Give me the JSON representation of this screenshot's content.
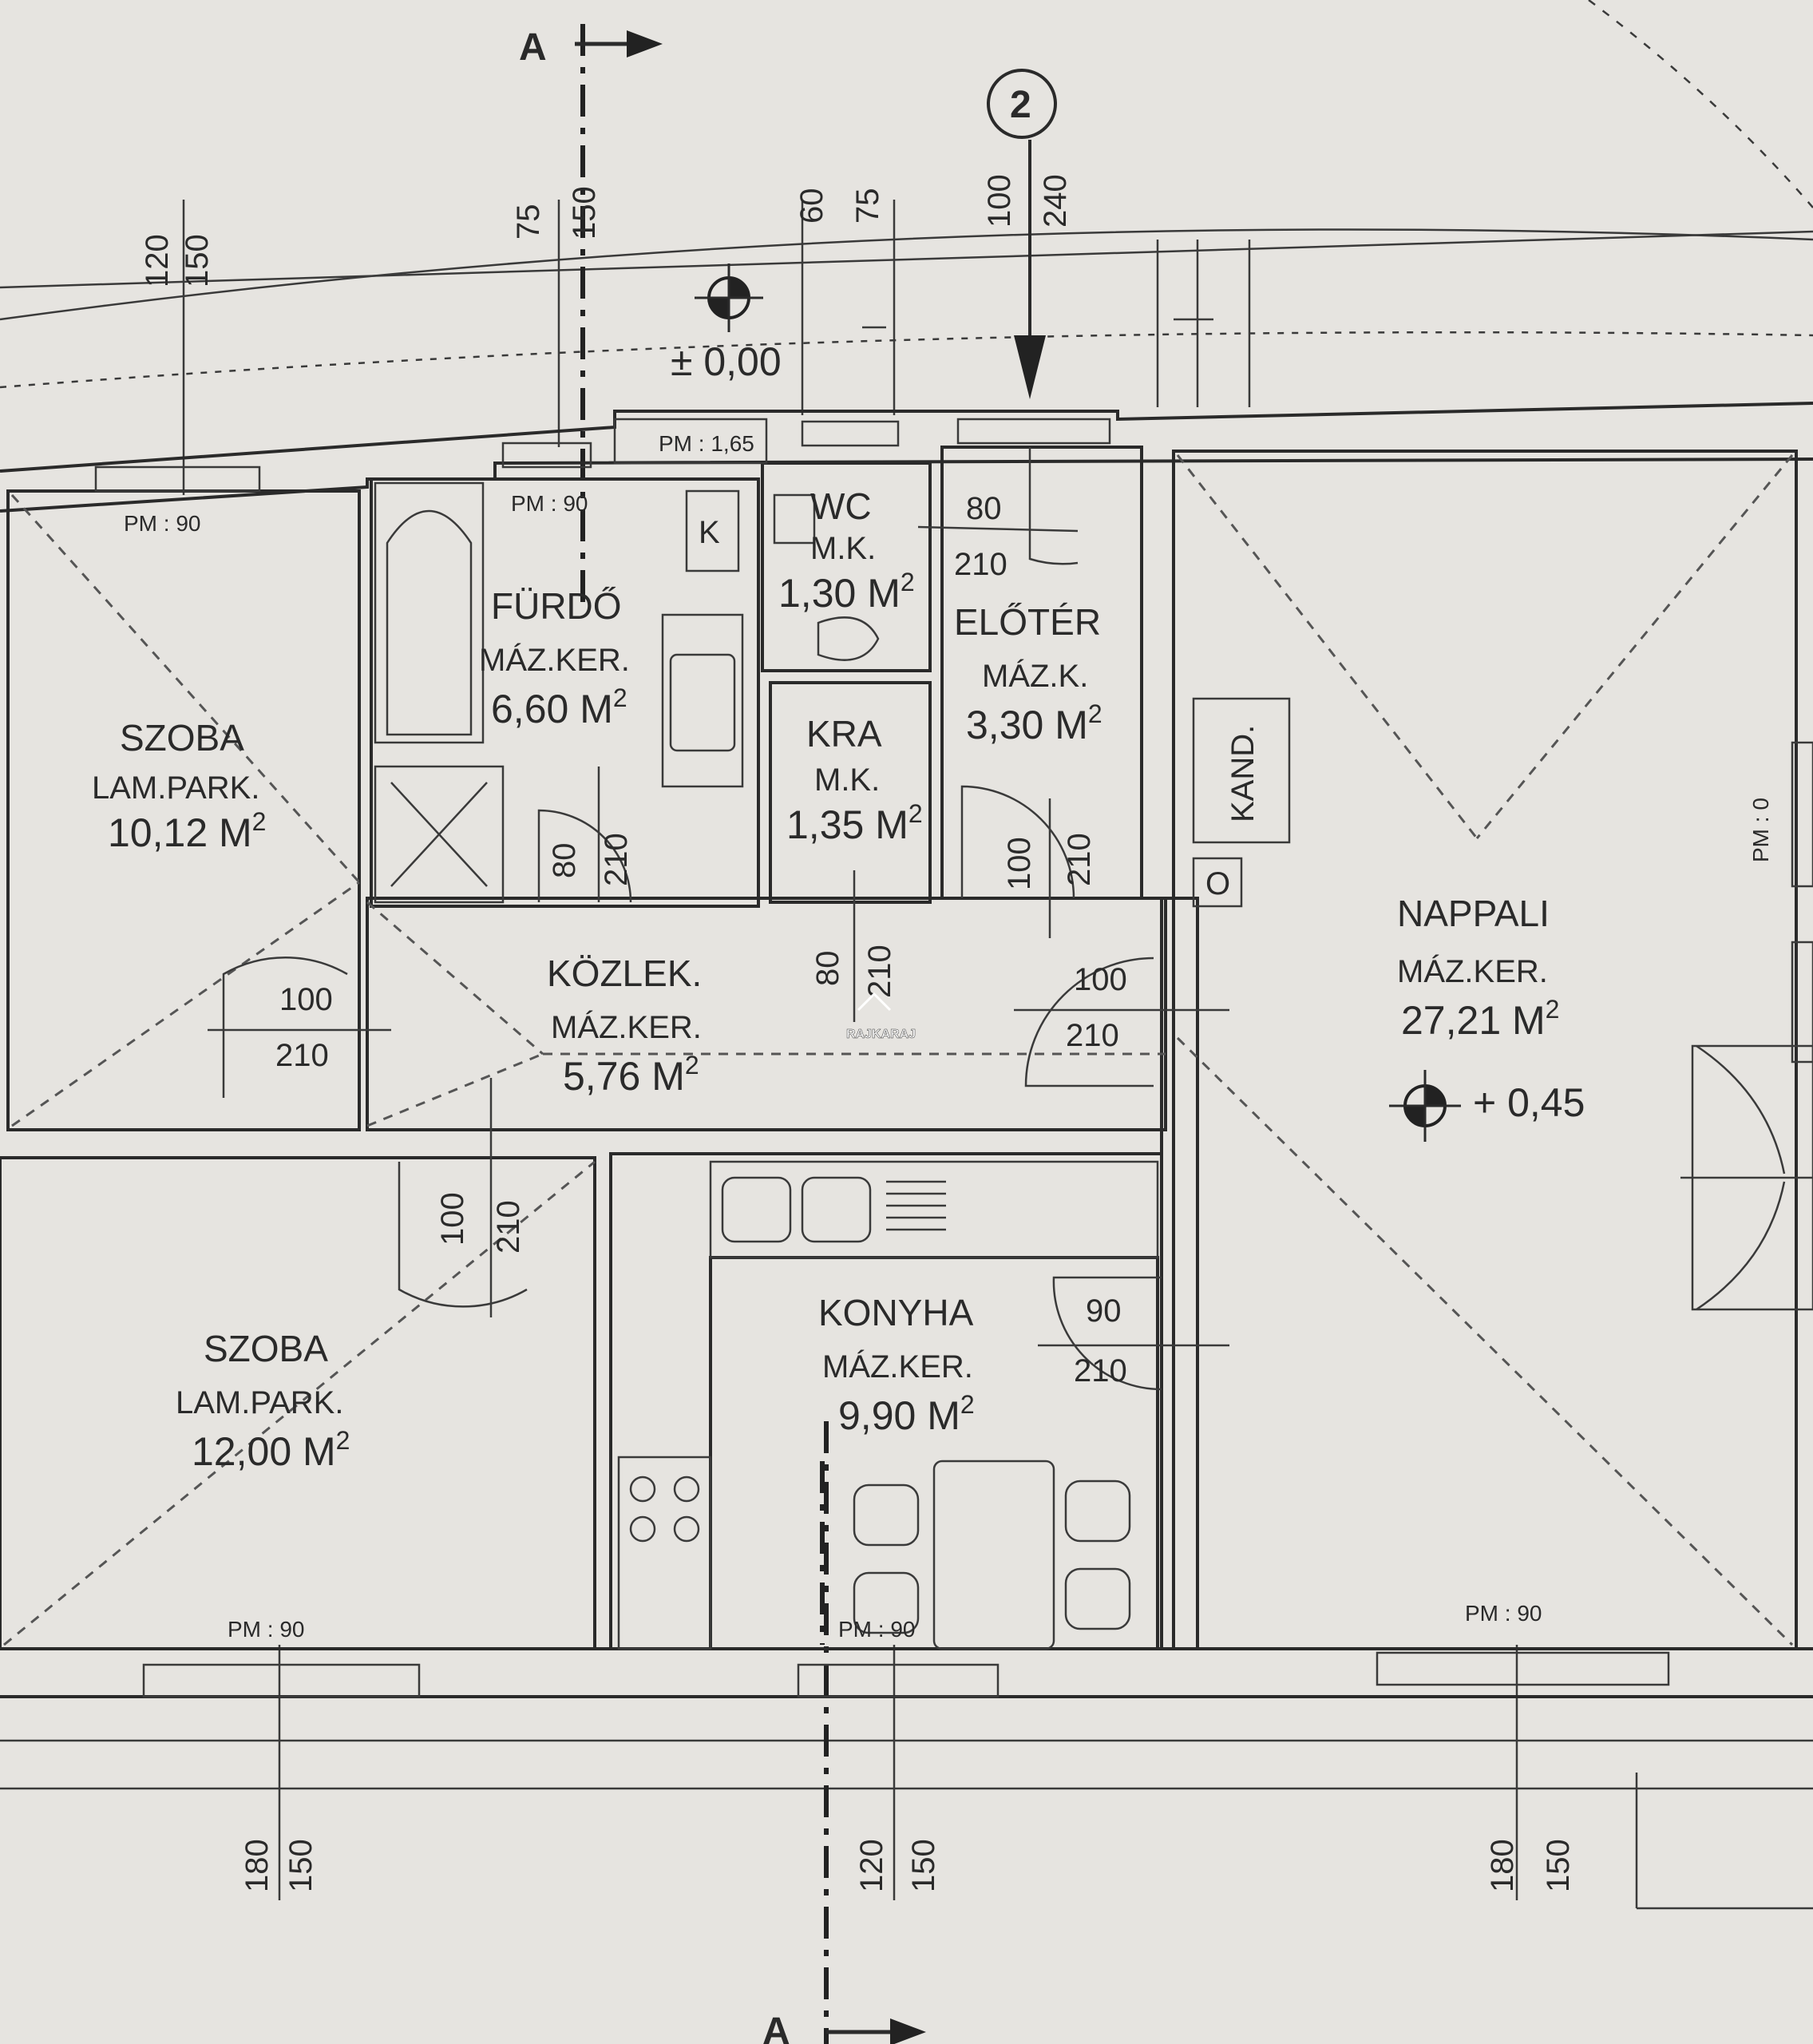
{
  "section_marks": {
    "top": "A",
    "bottom": "A"
  },
  "axis_marker": "2",
  "levels": {
    "outside": "± 0,00",
    "nappali": "+ 0,45"
  },
  "pm_labels": {
    "pm_165": "PM : 1,65",
    "pm_90_top_left": "PM : 90",
    "pm_90_furdo": "PM : 90",
    "pm_0_right": "PM : 0",
    "pm_90_bottom_left": "PM : 90",
    "pm_90_bottom_mid": "PM : 90",
    "pm_90_bottom_right": "PM : 90"
  },
  "rooms": {
    "szoba1": {
      "name": "SZOBA",
      "floor": "LAM.PARK.",
      "area": "10,12 M",
      "sup": "2"
    },
    "furdo": {
      "name": "FÜRDŐ",
      "floor": "MÁZ.KER.",
      "area": "6,60 M",
      "sup": "2"
    },
    "wc": {
      "name": "WC",
      "floor": "M.K.",
      "area": "1,30 M",
      "sup": "2"
    },
    "kra": {
      "name": "KRA",
      "floor": "M.K.",
      "area": "1,35 M",
      "sup": "2"
    },
    "eloter": {
      "name": "ELŐTÉR",
      "floor": "MÁZ.K.",
      "area": "3,30 M",
      "sup": "2"
    },
    "nappali": {
      "name": "NAPPALI",
      "floor": "MÁZ.KER.",
      "area": "27,21 M",
      "sup": "2"
    },
    "kozlek": {
      "name": "KÖZLEK.",
      "floor": "MÁZ.KER.",
      "area": "5,76 M",
      "sup": "2"
    },
    "szoba2": {
      "name": "SZOBA",
      "floor": "LAM.PARK.",
      "area": "12,00 M",
      "sup": "2"
    },
    "konyha": {
      "name": "KONYHA",
      "floor": "MÁZ.KER.",
      "area": "9,90 M",
      "sup": "2"
    }
  },
  "fixtures": {
    "k": "K",
    "kand": "KAND.",
    "o": "O"
  },
  "top_dims": {
    "d1a": "120",
    "d1b": "150",
    "d2a": "75",
    "d2b": "150",
    "d3a": "60",
    "d3b": "75",
    "d4a": "100",
    "d4b": "240"
  },
  "bottom_dims": {
    "d1a": "180",
    "d1b": "150",
    "d2a": "120",
    "d2b": "150",
    "d3a": "180",
    "d3b": "150"
  },
  "doors": {
    "eloter_top_w": "80",
    "eloter_top_h": "210",
    "furdo_w": "80",
    "furdo_h": "210",
    "eloter_w": "100",
    "eloter_h": "210",
    "kra_w": "80",
    "kra_h": "210",
    "szoba1_w": "100",
    "szoba1_h": "210",
    "nappali_w": "100",
    "nappali_h": "210",
    "szoba2_w": "100",
    "szoba2_h": "210",
    "konyha_w": "90",
    "konyha_h": "210"
  },
  "watermark": "RAJKARAJ"
}
